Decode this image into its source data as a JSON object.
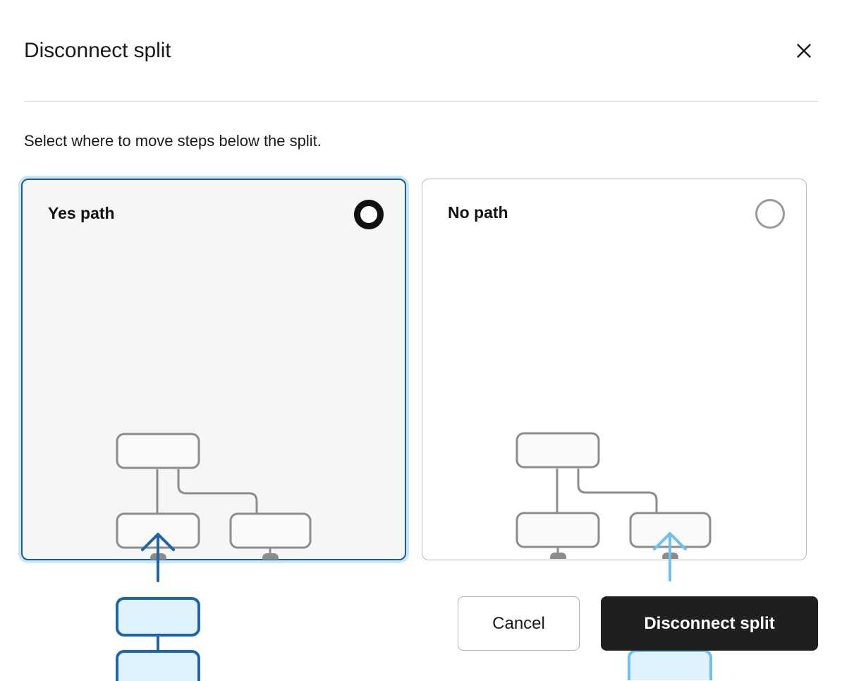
{
  "dialog": {
    "title": "Disconnect split",
    "close_icon": "close-icon",
    "subtitle": "Select where to move steps below the split."
  },
  "options": [
    {
      "id": "yes-path",
      "label": "Yes path",
      "selected": true,
      "radio_state": "selected",
      "accent_color": "#1b66a8",
      "fill_color": "#e0f2fc",
      "card_border_color": "#1b5e8c",
      "card_focus_ring_color": "#c9e6f8",
      "card_background": "#f5f6f6",
      "arrow_target_branch": "left",
      "diagram": {
        "node_stroke": "#8c8c8c",
        "node_fill": "#fafafa",
        "nub_color": "#8c8c8c",
        "nodes": [
          "root",
          "left-child",
          "right-child",
          "moved-step-1",
          "moved-step-2"
        ]
      }
    },
    {
      "id": "no-path",
      "label": "No path",
      "selected": false,
      "radio_state": "unselected",
      "accent_color": "#6ec1ef",
      "fill_color": "#dff1fc",
      "card_border_color": "#b9b9b9",
      "card_background": "#ffffff",
      "arrow_target_branch": "right",
      "diagram": {
        "node_stroke": "#8c8c8c",
        "node_fill": "#fafafa",
        "nub_color": "#8c8c8c",
        "nodes": [
          "root",
          "left-child",
          "right-child",
          "moved-step-1",
          "moved-step-2"
        ]
      }
    }
  ],
  "footer": {
    "cancel_label": "Cancel",
    "confirm_label": "Disconnect split",
    "confirm_bg": "#1f1f1f",
    "confirm_fg": "#ffffff"
  }
}
